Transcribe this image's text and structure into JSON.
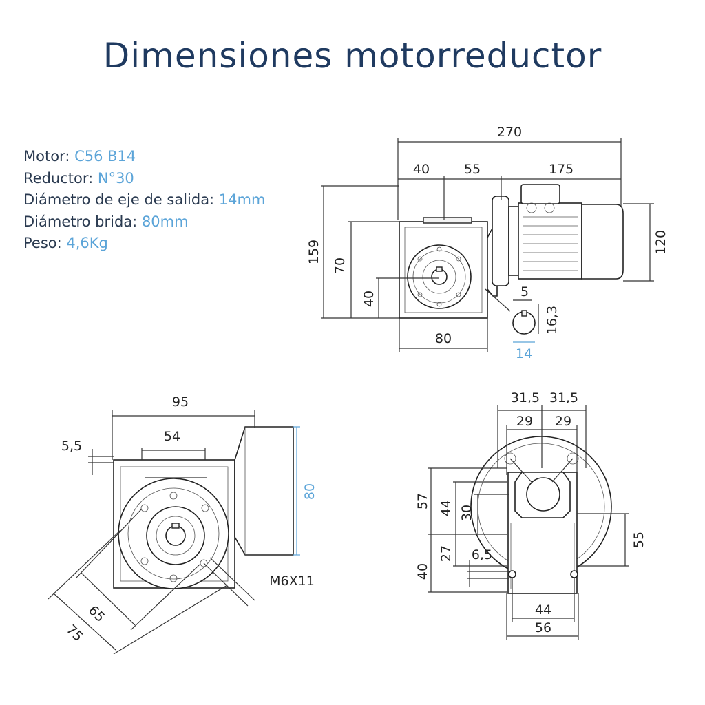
{
  "title": "Dimensiones motorreductor",
  "specs": [
    {
      "label": "Motor: ",
      "value": "C56 B14"
    },
    {
      "label": "Reductor: ",
      "value": "N°30"
    },
    {
      "label": "Diámetro de eje de salida: ",
      "value": "14mm"
    },
    {
      "label": "Diámetro brida: ",
      "value": "80mm"
    },
    {
      "label": "Peso: ",
      "value": "4,6Kg"
    }
  ],
  "dims_side": {
    "total": "270",
    "d40": "40",
    "d55": "55",
    "d175": "175",
    "h159": "159",
    "h70": "70",
    "h40": "40",
    "h120": "120",
    "w80": "80",
    "k5": "5",
    "k163": "16,3",
    "k14": "14"
  },
  "dims_front": {
    "w95": "95",
    "w54": "54",
    "t55": "5,5",
    "h80": "80",
    "d65": "65",
    "d75": "75",
    "thread": "M6X11"
  },
  "dims_back": {
    "a315l": "31,5",
    "a315r": "31,5",
    "a29l": "29",
    "a29r": "29",
    "h57": "57",
    "h44": "44",
    "h30": "30",
    "h27": "27",
    "h65": "6,5",
    "h40": "40",
    "h55": "55",
    "b44": "44",
    "b56": "56"
  },
  "colors": {
    "title": "#1f3a60",
    "accent": "#5ba4d8",
    "text": "#2a3a50"
  }
}
